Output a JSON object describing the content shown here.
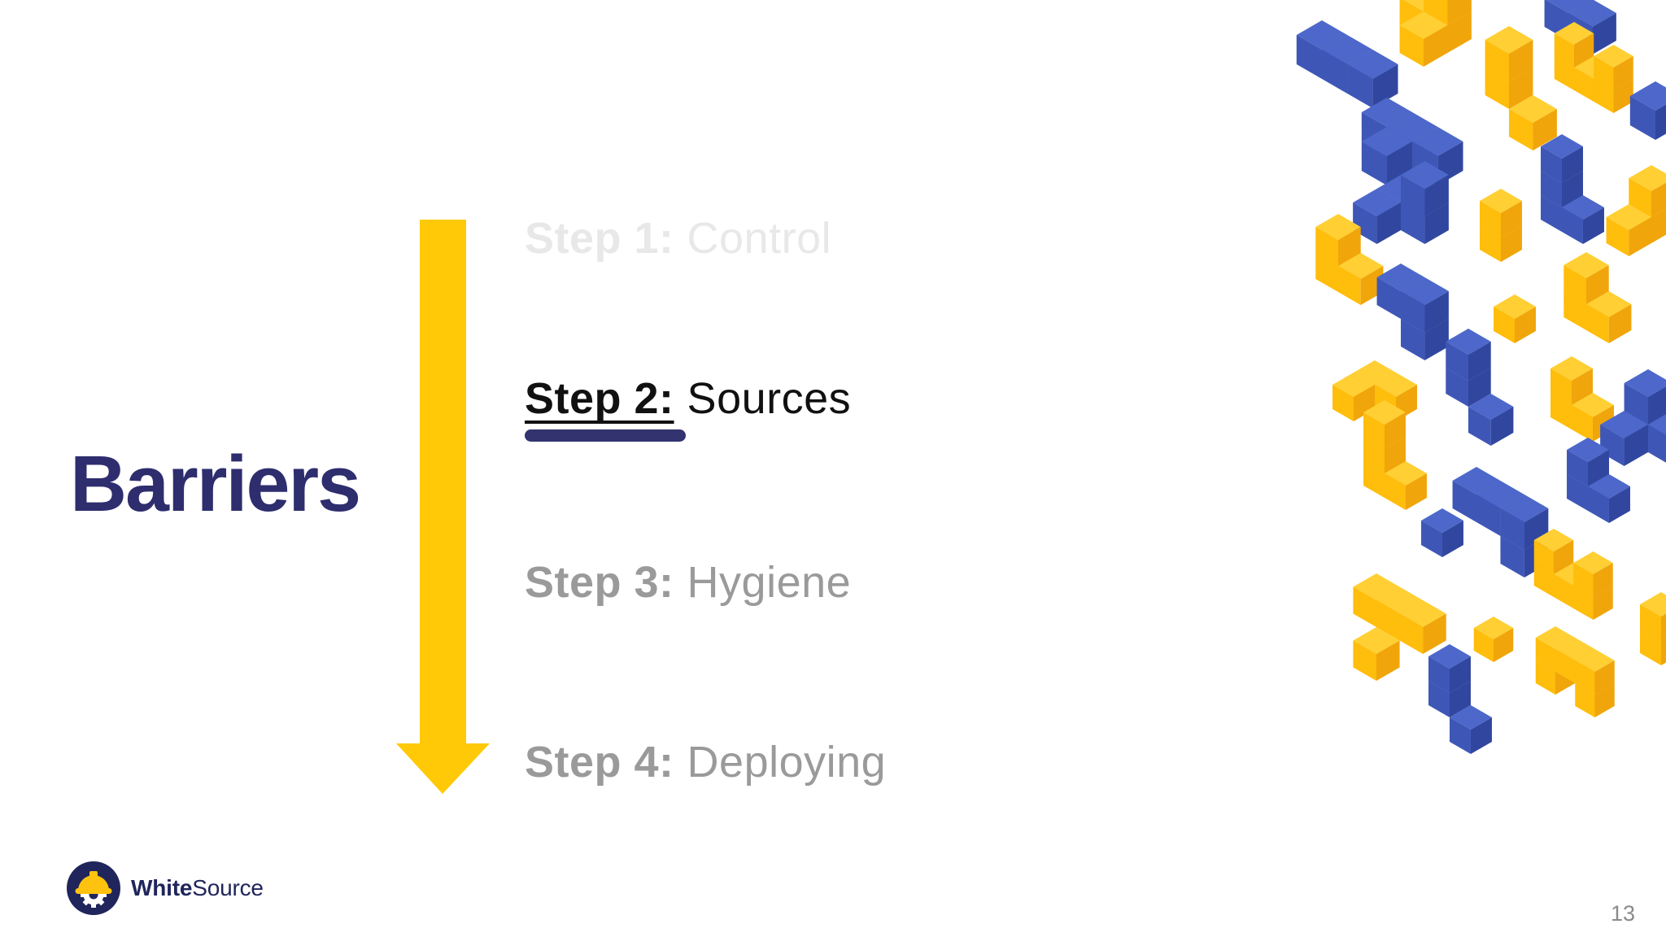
{
  "slide": {
    "title": "Barriers",
    "page_number": "13"
  },
  "steps": [
    {
      "bold": "Step 1:",
      "rest": "Control",
      "state": "faint"
    },
    {
      "bold": "Step 2:",
      "rest": "Sources",
      "state": "active"
    },
    {
      "bold": "Step 3:",
      "rest": "Hygiene",
      "state": "muted"
    },
    {
      "bold": "Step 4:",
      "rest": "Deploying",
      "state": "muted"
    }
  ],
  "brand": {
    "bold": "White",
    "rest": "Source"
  },
  "colors": {
    "arrow_yellow": "#FFC907",
    "title_navy": "#2E2D6E",
    "active_underline_navy": "#32336F",
    "step_active_text": "#111111",
    "step_faint_text": "#E8E8E8",
    "step_muted_text": "#9A9A9A",
    "page_number_gray": "#8A8A8A",
    "logo_navy": "#20265B",
    "logo_yellow": "#FFC20E",
    "logo_white": "#FFFFFF",
    "block_yellow_top": "#FFCF33",
    "block_yellow_left": "#FFBD0C",
    "block_yellow_right": "#F0A50B",
    "block_blue_top": "#4D68CA",
    "block_blue_left": "#3E57B7",
    "block_blue_right": "#31479F"
  }
}
